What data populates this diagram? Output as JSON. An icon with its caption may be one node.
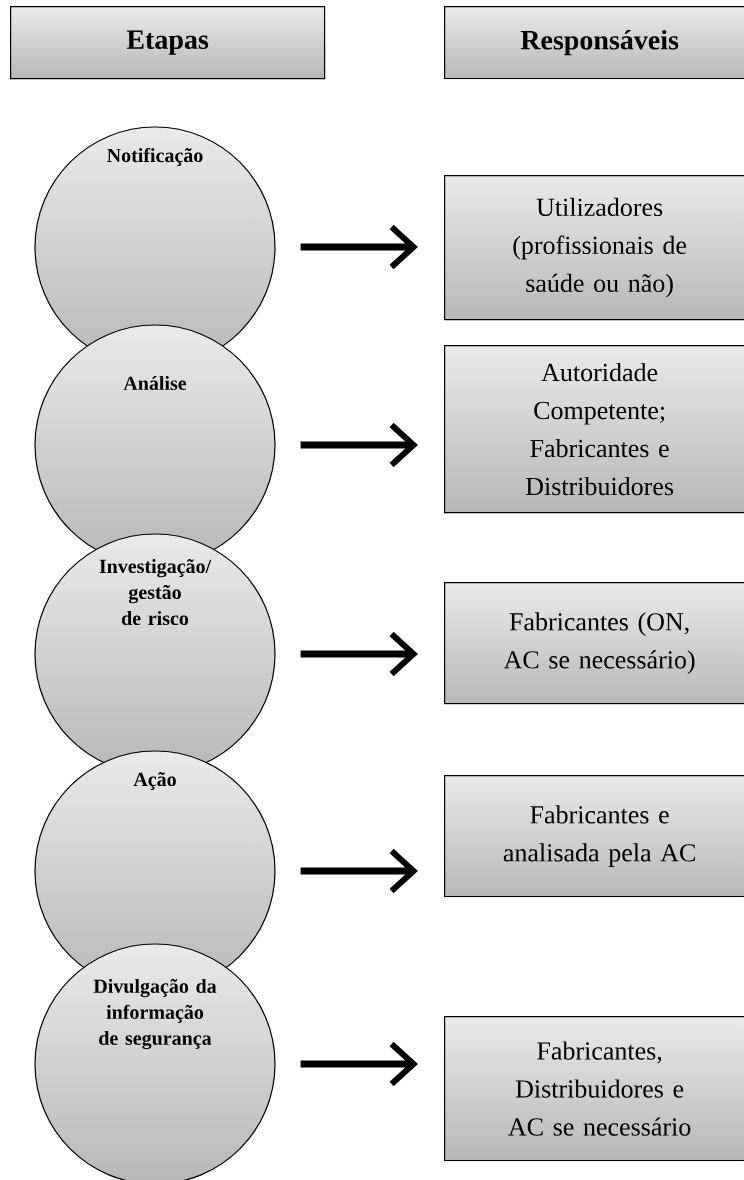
{
  "diagram": {
    "nodes": [
      {
        "text": [
          "Etapas"
        ]
      },
      {
        "text": [
          "Responsáveis"
        ]
      },
      {
        "text": [
          "Notificação"
        ]
      },
      {
        "text": [
          "Utilizadores (profissionais de saúde ou não)"
        ]
      },
      {
        "text": [
          "Análise"
        ]
      },
      {
        "text": [
          "Autoridade Competente; Fabricantes e Distribuidores"
        ]
      },
      {
        "text": [
          "Investigação/ gestão de risco"
        ]
      },
      {
        "text": [
          "Fabricantes (ON, AC se necessário)"
        ]
      },
      {
        "text": [
          "Ação"
        ]
      },
      {
        "text": [
          "Fabricantes e analisada pela AC"
        ]
      },
      {
        "text": [
          "Divulgação da informação de segurança"
        ]
      },
      {
        "text": [
          "Fabricantes, Distribuidores e AC se necessário"
        ]
      }
    ],
    "edges": [
      {
        "from": 2,
        "to": 3,
        "arrow": "to"
      },
      {
        "from": 4,
        "to": 5,
        "arrow": "to"
      },
      {
        "from": 6,
        "to": 7,
        "arrow": "to"
      },
      {
        "from": 8,
        "to": 9,
        "arrow": "to"
      },
      {
        "from": 10,
        "to": 11,
        "arrow": "to"
      }
    ]
  }
}
